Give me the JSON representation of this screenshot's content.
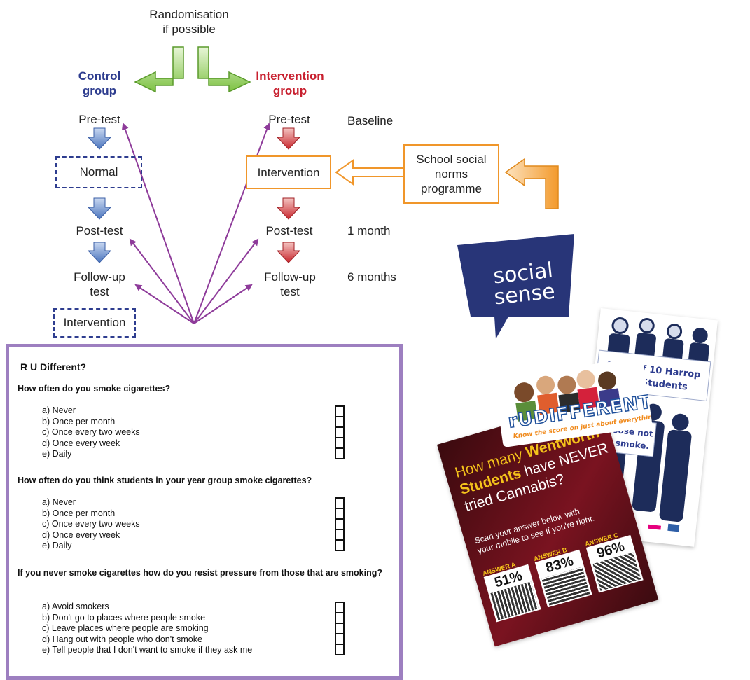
{
  "top_label": [
    "Randomisation",
    "if possible"
  ],
  "control": {
    "title": [
      "Control",
      "group"
    ],
    "pre": "Pre-test",
    "normal": "Normal",
    "post": "Post-test",
    "followup": [
      "Follow-up",
      "test"
    ],
    "intervention_later": "Intervention"
  },
  "intervention": {
    "title": [
      "Intervention",
      "group"
    ],
    "pre": "Pre-test",
    "box": "Intervention",
    "post": "Post-test",
    "followup": [
      "Follow-up",
      "test"
    ]
  },
  "timepoints": {
    "baseline": "Baseline",
    "one_month": "1 month",
    "six_months": "6 months"
  },
  "programme": [
    "School social",
    "norms",
    "programme"
  ],
  "logo": [
    "social",
    "sense"
  ],
  "colors": {
    "control": "#2e3d8f",
    "intervention": "#c8202f",
    "green": "#7dc242",
    "orange": "#f0962a",
    "purple": "#8e3b9a",
    "frame": "#9d7fc0",
    "blue_arrow": "#5b85c8",
    "red_arrow": "#d0393e"
  },
  "questionnaire": {
    "title": "R U Different?",
    "questions": [
      {
        "text": "How often do you smoke cigarettes?",
        "options": [
          "a)  Never",
          "b)  Once per month",
          "c)  Once every two weeks",
          "d)  Once every week",
          "e)  Daily"
        ]
      },
      {
        "text": "How often do you think students in your year group smoke cigarettes?",
        "options": [
          "a)  Never",
          "b)  Once per month",
          "c)  Once every two weeks",
          "d)  Once every week",
          "e)  Daily"
        ]
      },
      {
        "text": "If you never smoke cigarettes how do you resist pressure from those that are smoking?",
        "options": [
          "a)  Avoid smokers",
          "b)  Don't go to places where people smoke",
          "c)  Leave places where people are smoking",
          "d)  Hang out with people who don't smoke",
          "e)  Tell people that I don't want to smoke if they ask me"
        ]
      }
    ]
  },
  "poster_rudifferent": {
    "headline": "rUDIFFERENT?",
    "tagline": "Know the score on just about everything"
  },
  "poster_harrop": {
    "banner": [
      "9 out of 10 Harrop",
      "Fold Students"
    ],
    "sign": [
      "choose not",
      "to smoke."
    ]
  },
  "poster_cannabis": {
    "headline_parts": [
      "How many ",
      "Wentworth",
      " Students ",
      "have NEVER",
      " tried Cannabis?"
    ],
    "instruction": [
      "Scan your answer below with",
      "your mobile to see if you're right."
    ],
    "answers": [
      {
        "label": "ANSWER A",
        "value": "51%"
      },
      {
        "label": "ANSWER B",
        "value": "83%"
      },
      {
        "label": "ANSWER C",
        "value": "96%"
      }
    ]
  }
}
